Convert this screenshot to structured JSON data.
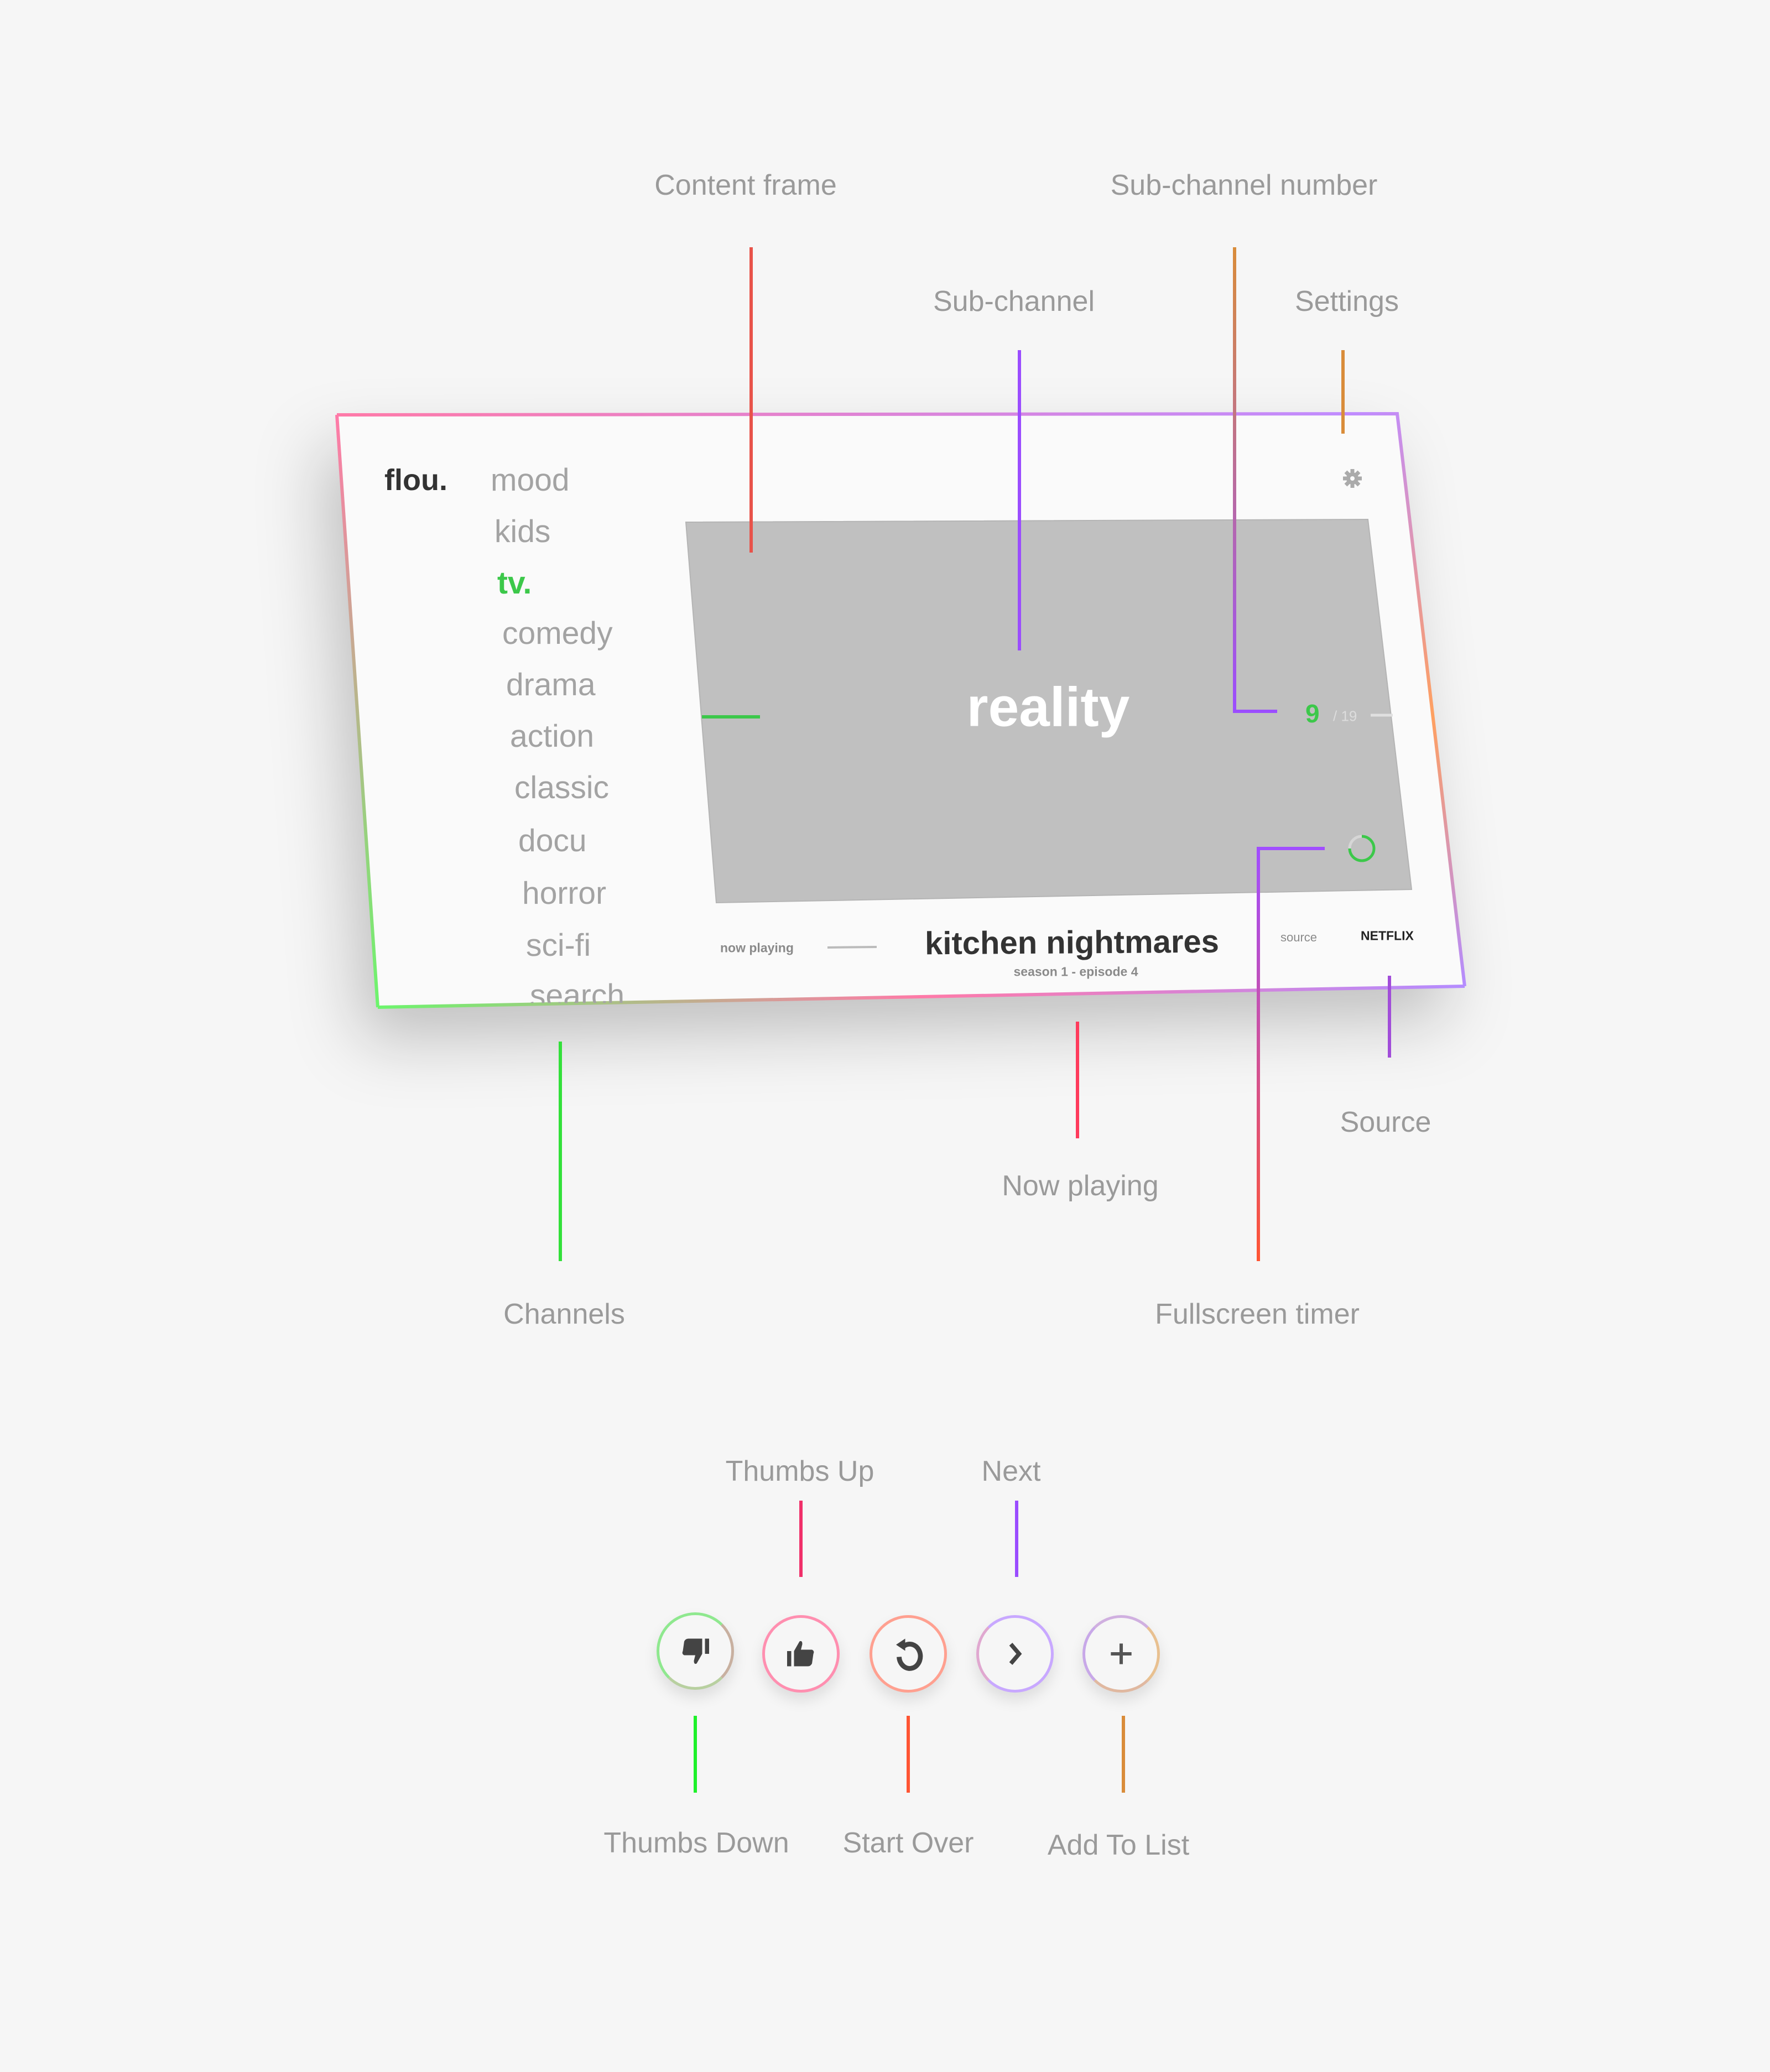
{
  "app": {
    "logo": "flou."
  },
  "channels": [
    {
      "label": "mood",
      "active": false
    },
    {
      "label": "kids",
      "active": false
    },
    {
      "label": "tv.",
      "active": true
    },
    {
      "label": "comedy",
      "active": false
    },
    {
      "label": "drama",
      "active": false
    },
    {
      "label": "action",
      "active": false
    },
    {
      "label": "classic",
      "active": false
    },
    {
      "label": "docu",
      "active": false
    },
    {
      "label": "horror",
      "active": false
    },
    {
      "label": "sci-fi",
      "active": false
    },
    {
      "label": "search",
      "active": false
    }
  ],
  "content": {
    "subchannel": "reality",
    "subchannel_number": "9",
    "subchannel_total": "/ 19",
    "timer_progress": 0.75
  },
  "now_playing": {
    "label": "now playing",
    "title": "kitchen nightmares",
    "episode": "season 1 - episode 4",
    "source_label": "source",
    "source": "NETFLIX"
  },
  "annotations": {
    "content_frame": "Content frame",
    "subchannel_number": "Sub-channel number",
    "subchannel": "Sub-channel",
    "settings": "Settings",
    "source": "Source",
    "now_playing": "Now playing",
    "channels": "Channels",
    "fullscreen_timer": "Fullscreen timer",
    "thumbs_up": "Thumbs Up",
    "next": "Next",
    "thumbs_down": "Thumbs Down",
    "start_over": "Start Over",
    "add_to_list": "Add To List"
  },
  "buttons": [
    {
      "icon": "thumbs-down-icon"
    },
    {
      "icon": "thumbs-up-icon"
    },
    {
      "icon": "restart-icon"
    },
    {
      "icon": "chevron-right-icon"
    },
    {
      "icon": "plus-icon"
    }
  ],
  "colors": {
    "accent": "#3cc84a",
    "frame": "#c0c0c0",
    "text_dark": "#333333",
    "label": "#9a9a9a"
  }
}
